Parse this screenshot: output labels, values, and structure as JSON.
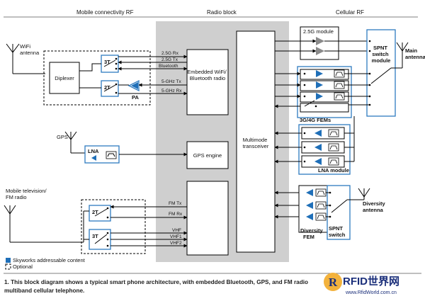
{
  "headers": {
    "mobile_rf": "Mobile connectivity RF",
    "radio_block": "Radio block",
    "cellular_rf": "Cellular RF"
  },
  "blocks": {
    "wifi_antenna": "WiFi\nantenna",
    "diplexer": "Diplexer",
    "sw_3t": "3T",
    "sw_2t": "2T",
    "pa": "PA",
    "embedded_wifi": "Embedded WiFi/\nBluetooth radio",
    "gps": "GPS",
    "lna": "LNA",
    "gps_engine": "GPS engine",
    "mobile_tv": "Mobile television/\nFM radio",
    "fm_tv_radio": "FM/Mobile\ntelevision/radio",
    "multimode": "Multimode\ntransceiver",
    "module_2_5g": "2.5G module",
    "spnt_main": "SPNT\nswitch\nmodule",
    "main_antenna": "Main\nantenna",
    "fems_3g4g": "3G/4G FEMs",
    "lna_module": "LNA module",
    "diversity_antenna": "Diversity\nantenna",
    "diversity_fem": "Diversity\nFEM",
    "spnt_switch": "SPNT\nswitch"
  },
  "signals": {
    "g25_rx": "2.5G Rx",
    "g25_tx": "2.5G Tx",
    "bluetooth": "Bluetooth",
    "ghz5_tx": "5-GHz Tx",
    "ghz5_rx": "5-GHz Rx",
    "fm_tx": "FM Tx",
    "fm_rx": "FM Rx",
    "vhf": "VHF",
    "vhf1": "VHF1",
    "vhf2": "VHF2"
  },
  "legend": {
    "skyworks": "Skyworks addressable content",
    "optional": "Optional"
  },
  "caption": {
    "line1": "1. This block diagram shows a typical smart phone architecture, with embedded Bluetooth, GPS, and FM radio",
    "line2": "multiband cellular telephone."
  },
  "watermark": {
    "logo": "RFID世界网",
    "url": "www.RfidWorld.com.cn"
  },
  "colors": {
    "radio_block_bg": "#cfcfcf",
    "skyworks_blue": "#2e7bc0",
    "amp_blue": "#1f6fb8",
    "amp_gray": "#8a8a8a"
  }
}
